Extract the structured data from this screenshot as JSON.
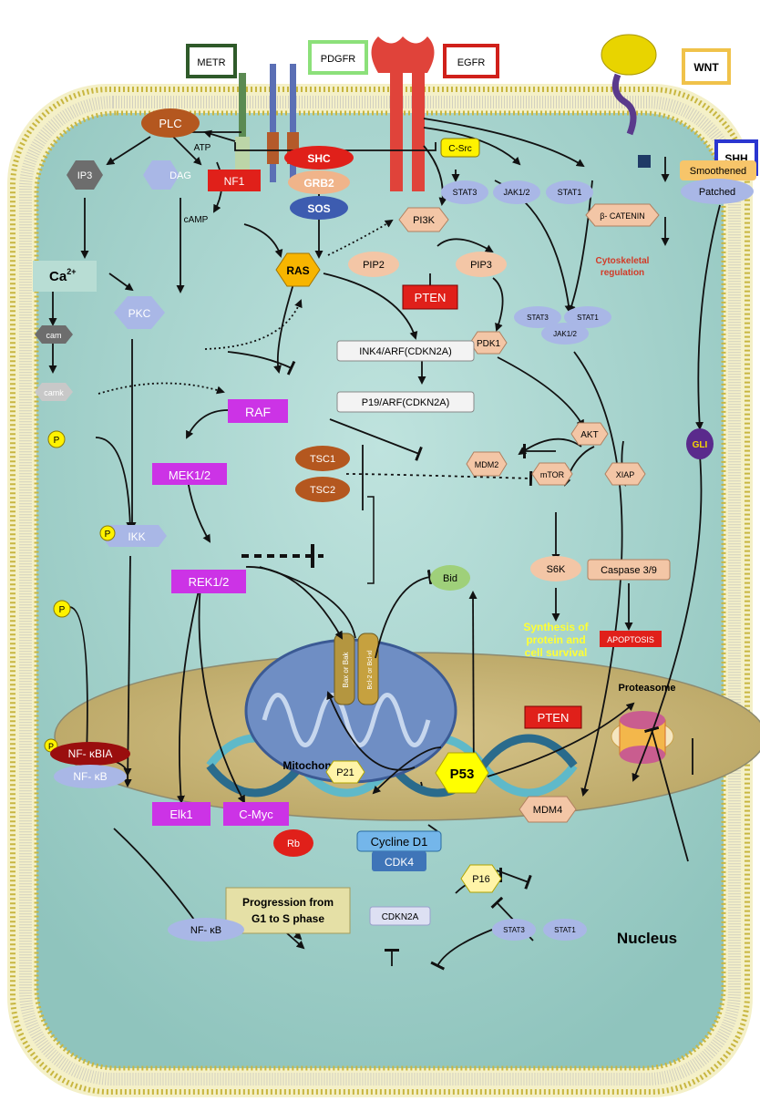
{
  "receptors": {
    "metr": "METR",
    "pdgfr": "PDGFR",
    "egfr": "EGFR",
    "wnt": "WNT",
    "shh": "SHH"
  },
  "nodes": {
    "plc": "PLC",
    "shc": "SHC",
    "grb2": "GRB2",
    "sos": "SOS",
    "atp": "ATP",
    "camp": "cAMP",
    "nf1": "NF1",
    "ras": "RAS",
    "ip3": "IP3",
    "dag": "DAG",
    "ca_base": "Ca",
    "ca_sup": "2+",
    "pkc": "PKC",
    "cam": "cam",
    "camk": "camk",
    "raf": "RAF",
    "mek": "MEK1/2",
    "tsc1": "TSC1",
    "tsc2": "TSC2",
    "ikk": "IKK",
    "rek": "REK1/2",
    "csrc": "C-Src",
    "stat3": "STAT3",
    "jak": "JAK1/2",
    "stat1": "STAT1",
    "pi3k": "PI3K",
    "pip2": "PIP2",
    "pip3": "PIP3",
    "pten1": "PTEN",
    "pdk1": "PDK1",
    "ink4": "INK4/ARF(CDKN2A)",
    "p19": "P19/ARF(CDKN2A)",
    "akt": "AKT",
    "mdm2": "MDM2",
    "mtor": "mTOR",
    "xiap": "XIAP",
    "s6k": "S6K",
    "caspase": "Caspase 3/9",
    "synth1": "Synthesis of",
    "synth2": "protein and",
    "synth3": "cell survival",
    "apoptosis": "APOPTOSIS",
    "bcatenin": "β- CATENIN",
    "cyto1": "Cytoskeletal",
    "cyto2": "regulation",
    "smoothened": "Smoothened",
    "patched": "Patched",
    "gli": "GLI",
    "bid": "Bid",
    "baxbak": "Bax or Bak",
    "bcl": "Bcl-2 or Bcl-xl",
    "mito": "Mitochondria",
    "proteasome": "Proteasome",
    "pten2": "PTEN",
    "nfkbia": "NF- κBIA",
    "nfkb": "NF- κB",
    "nfkb_nuc": "NF- κB",
    "p53": "P53",
    "p21": "P21",
    "mdm4": "MDM4",
    "elk1": "Elk1",
    "cmyc": "C-Myc",
    "rb": "Rb",
    "cyclin": "Cycline D1",
    "cdk4": "CDK4",
    "p16": "P16",
    "cdkn2a": "CDKN2A",
    "prog1": "Progression from",
    "prog2": "G1 to S phase",
    "nucleus": "Nucleus",
    "p": "P"
  },
  "colors": {
    "cytoplasm": "#a9d6cf",
    "nucleus": "#c9b67c",
    "membrane": "#d8c64a",
    "red": "#e0201a",
    "purple": "#cc33e6",
    "peach": "#f3c6a6",
    "lightblue": "#9fb5e0",
    "yellow": "#fff200"
  }
}
